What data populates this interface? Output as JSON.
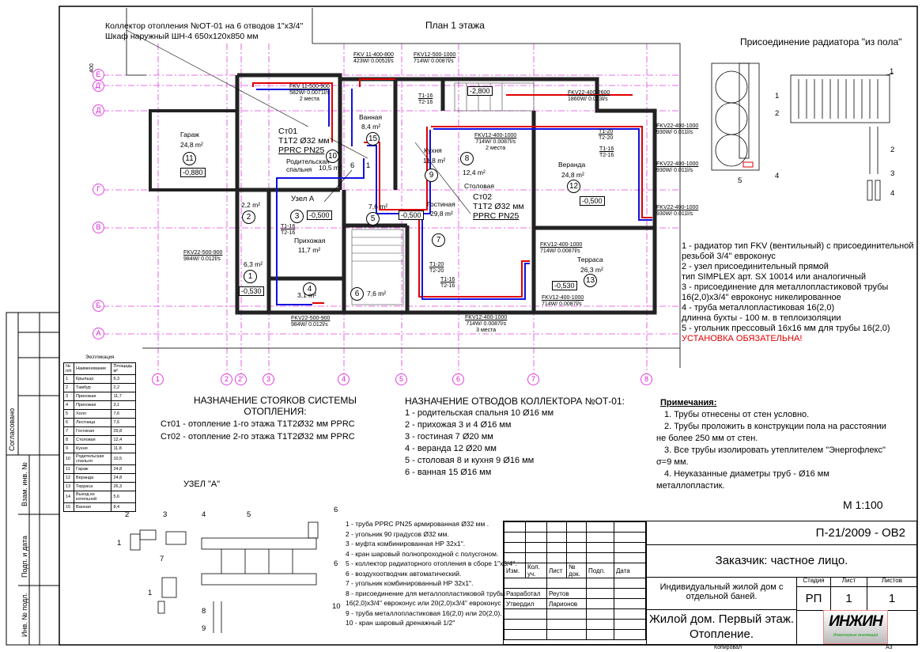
{
  "plan": {
    "title": "План 1 этажа",
    "collector_note": [
      "Коллектор отопления №ОТ-01 на 6 отводов 1\"х3/4\"",
      "Шкаф наружный ШН-4 650х120х850 мм"
    ],
    "dim_400": "400",
    "axes_letters": [
      "Е",
      "Д'",
      "Д",
      "Г",
      "В",
      "Б",
      "А"
    ],
    "axes_numbers": [
      "1",
      "2",
      "2'",
      "3",
      "4",
      "5",
      "6",
      "7",
      "8"
    ],
    "radiators": [
      {
        "name": "FKV 11-400-800",
        "spec": "423W/  0.0052l/s"
      },
      {
        "name": "FKV12-500-1000",
        "spec": "714W/  0.0087l/s"
      },
      {
        "name": "FKV 11-500-900",
        "spec": "582W/  0.0071l/s",
        "places": "2 места"
      },
      {
        "name": "FKV22-400-2600",
        "spec": "1860W/  0.023l/s"
      },
      {
        "name": "FKV12-400-1000",
        "spec": "714W/  0.0087l/s",
        "places": "2 места"
      },
      {
        "name": "FKV22-400-1000",
        "spec": "930W/  0.011l/s"
      },
      {
        "name": "FKV22-400-1000",
        "spec": "930W/  0.011l/s"
      },
      {
        "name": "FKV22-400-1000",
        "spec": "930W/  0.011l/s"
      },
      {
        "name": "FKV22-500-900",
        "spec": "984W/  0.012l/s"
      },
      {
        "name": "FKV12-400-1000",
        "spec": "714W/  0.0087l/s"
      },
      {
        "name": "FKV12-400-1000",
        "spec": "714W/  0.0087l/s"
      },
      {
        "name": "FKV22-500-900",
        "spec": "984W/  0.012l/s"
      },
      {
        "name": "FKV12-400-1000",
        "spec": "714W/  0.0087l/s",
        "places": "3 места"
      }
    ],
    "risers": [
      {
        "name": "Ст01",
        "pipe": "Т1Т2 Ø32 мм",
        "type": "PPRC PN25"
      },
      {
        "name": "Ст02",
        "pipe": "Т1Т2 Ø32 мм",
        "type": "PPRC PN25"
      }
    ],
    "rooms": {
      "bath": {
        "name": "Ванная",
        "area": "8,4 m²",
        "num": "15"
      },
      "garage": {
        "name": "Гараж",
        "area": "24,8 m²",
        "num": "11",
        "level": "-0,880"
      },
      "bedroom": {
        "name1": "Родительская",
        "name2": "спальня",
        "area": "10,5 m²",
        "num": "10"
      },
      "kitchen": {
        "name": "Кухня",
        "area": "11,8 m²",
        "num": "9"
      },
      "dining": {
        "name": "Столовая",
        "area": "12,4 m²",
        "num": "8"
      },
      "veranda": {
        "name": "Веранда",
        "area": "24,8 m²",
        "num": "12",
        "level": "-0,500"
      },
      "living": {
        "name": "Гостиная",
        "area": "29,8 m²",
        "num": "7"
      },
      "tambour": {
        "area": "2,2 m²",
        "num": "2"
      },
      "hall3": {
        "name": "Прихожая",
        "area": "11,7 m²",
        "num": "3",
        "level": "-0,500"
      },
      "hall5": {
        "area": "7,6 m²",
        "num": "5",
        "level": "-0,500"
      },
      "porch": {
        "area": "6,3 m²",
        "num": "1",
        "level": "-0,530"
      },
      "hall4": {
        "area": "3,1 m²",
        "num": "4"
      },
      "stairs": {
        "area": "7,6 m²",
        "num": "6"
      },
      "terrace": {
        "name": "Терраса",
        "area": "26,3 m²",
        "num": "13",
        "level": "-0,530"
      },
      "basement_level": "-2,800"
    },
    "node_label": "Узел А",
    "collector_marks": [
      "6",
      "1"
    ],
    "pipe_tags": {
      "t1_16": "T1-16",
      "t2_16": "T2-16",
      "t1_20": "T1-20",
      "t2_20": "T2-20"
    }
  },
  "connection": {
    "title": "Присоединение радиатора \"из пола\"",
    "marks": [
      "1",
      "2",
      "3",
      "4",
      "5"
    ],
    "legend": [
      "1 - радиатор тип FKV (вентильный) с присоединительной",
      "резьбой 3/4\" евроконус",
      "2 - узел присоединительный прямой",
      "тип SIMPLEX  арт. SX 10014 или аналогичный",
      "3 - присоединение для металлопластиковой трубы",
      "16(2,0)x3/4\" евроконус никелированное",
      "4 - труба металлопластиковая 16(2,0)",
      "длинна бухты - 100 м. в теплоизоляции",
      "5 - угольник прессовый 16х16 мм для трубы 16(2,0)"
    ],
    "warning": "УСТАНОВКА ОБЯЗАТЕЛЬНА!",
    "warning_color": "#e00000"
  },
  "risers_purpose": {
    "heading1": "НАЗНАЧЕНИЕ СТОЯКОВ СИСТЕМЫ",
    "heading2": "ОТОПЛЕНИЯ:",
    "items": [
      "Ст01 - отопление 1-го этажа Т1Т2Ø32 мм PPRC",
      "Ст02 - отопление 2-го этажа Т1Т2Ø32 мм PPRC"
    ]
  },
  "collector_branches": {
    "heading": "НАЗНАЧЕНИЕ ОТВОДОВ КОЛЛЕКТОРА №ОТ-01:",
    "items": [
      "1 - родительская спальня 10 Ø16 мм",
      "2 - прихожая 3 и 4  Ø16 мм",
      "3 - гостиная 7 Ø20 мм",
      "4 - веранда 12 Ø20 мм",
      "5 - столовая 8 и кухня 9 Ø16 мм",
      "6 - ванная 15 Ø16 мм"
    ]
  },
  "notes": {
    "heading": "Примечания:",
    "items": [
      "1. Трубы отнесены от стен условно.",
      "2. Трубы проложить в конструкции  пола на расстоянии",
      "не более 250 мм от стен.",
      "3. Все трубы изолировать утеплителем \"Энергофлекс\"",
      "σ=9 мм.",
      "4. Неуказанные диаметры труб - Ø16 мм",
      "металлопластик."
    ]
  },
  "scale": "М 1:100",
  "node_a": {
    "title": "УЗЕЛ \"А\"",
    "marks": [
      "1",
      "2",
      "3",
      "4",
      "5",
      "6",
      "6",
      "7",
      "1",
      "8",
      "9",
      "10"
    ],
    "legend": [
      "1 - труба PPRC PN25 армированная Ø32 мм .",
      "2 - угольник 90 градусов Ø32 мм.",
      "3 - муфта комбинированная НР 32х1\".",
      "4 - кран шаровый полнопроходной с полусгоном.",
      "5 - коллектор радиаторного отопления в сборе 1\"х3/4\".",
      "6 - воздухоотводчик автоматический.",
      "7 - угольник комбинированный НР 32х1\".",
      "8 - присоединение для металлопластиковой трубы",
      "     16(2,0)x3/4\" евроконус или 20(2,0)x3/4\" евроконус",
      "9 - труба металлопластиковая 16(2,0) или 20(2,0).",
      "10 - кран шаровый дренажный 1/2\""
    ]
  },
  "explication": {
    "title": "Экспликация",
    "headers": [
      "№ п/п",
      "Наименование",
      "Площадь м²"
    ],
    "rows": [
      [
        "1",
        "Крыльцо",
        "6,3"
      ],
      [
        "2",
        "Тамбур",
        "2,2"
      ],
      [
        "3",
        "Прихожая",
        "11,7"
      ],
      [
        "4",
        "Прихожая",
        "3,1"
      ],
      [
        "5",
        "Холл",
        "7,6"
      ],
      [
        "6",
        "Лестница",
        "7,6"
      ],
      [
        "7",
        "Гостиная",
        "29,8"
      ],
      [
        "8",
        "Столовая",
        "12,4"
      ],
      [
        "9",
        "Кухня",
        "11,8"
      ],
      [
        "10",
        "Родительская спальня",
        "10,5"
      ],
      [
        "11",
        "Гараж",
        "24,8"
      ],
      [
        "12",
        "Веранда",
        "24,8"
      ],
      [
        "13",
        "Терраса",
        "26,3"
      ],
      [
        "14",
        "Выход из котельной",
        "5,6"
      ],
      [
        "15",
        "Ванная",
        "8,4"
      ]
    ]
  },
  "title_block": {
    "code": "П-21/2009 - ОВ2",
    "customer": "Заказчик: частное лицо.",
    "headers": [
      "Изм.",
      "Кол. уч.",
      "Лист",
      "№ док.",
      "Подп.",
      "Дата"
    ],
    "developed_label": "Разработал",
    "developed_name": "Реутов",
    "approved_label": "Утвердил",
    "approved_name": "Ларионов",
    "object": [
      "Индивидуальный жилой дом с",
      "отдельной баней."
    ],
    "stage_label": "Стадия",
    "sheet_label": "Лист",
    "sheets_label": "Листов",
    "stage": "РП",
    "sheet": "1",
    "sheets": "1",
    "drawing_title": [
      "Жилой дом. Первый этаж.",
      "Отопление."
    ],
    "logo": "ИНЖИН",
    "logo_sub": "Инженерные инновации",
    "copied": "Копировал",
    "format": "А3"
  },
  "side_strip": {
    "agreed": "Согласовано",
    "inv_replace": "Взам. инв. №",
    "sign_date": "Подп. и дата",
    "inv_orig": "Инв. № подл."
  }
}
